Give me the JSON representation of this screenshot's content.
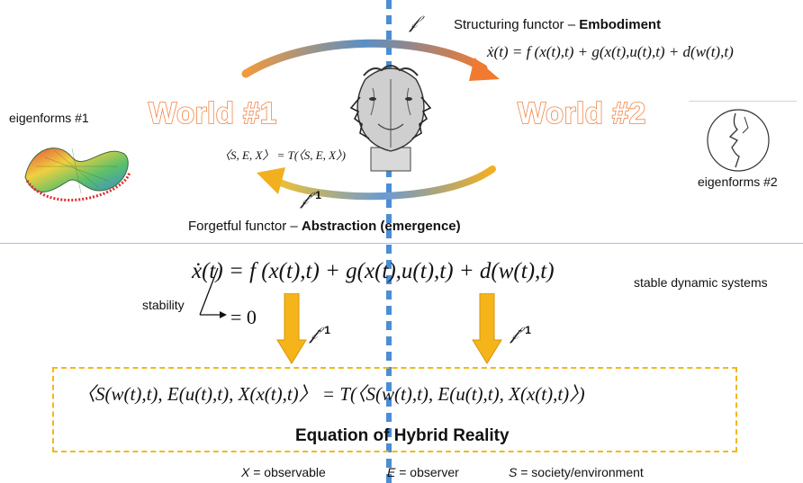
{
  "top": {
    "functor_symbol": "𝒻",
    "structuring_label": "Structuring functor – ",
    "structuring_bold": "Embodiment",
    "equation_top": "ẋ(t) = f (x(t),t) + g(x(t),u(t),t) + d(w(t),t)",
    "world1": "World #1",
    "world2": "World #2",
    "eigen1": "eigenforms #1",
    "eigen2": "eigenforms #2",
    "tuple_eq": "〈S, E, X〉 = T(〈S, E, X〉)",
    "inverse_sup": "- 1",
    "forgetful_label": "Forgetful functor – ",
    "forgetful_bold": "Abstraction (emergence)"
  },
  "bottom": {
    "equation_main": "ẋ(t) = f (x(t),t) + g(x(t),u(t),t) + d(w(t),t)",
    "stability_label": "stability",
    "stability_value": "= 0",
    "stable_systems": "stable dynamic systems",
    "inverse_sup": "- 1",
    "hybrid_equation": "〈S(w(t),t), E(u(t),t), X(x(t),t)〉 = T(〈S(w(t),t), E(u(t),t), X(x(t),t)〉)",
    "hybrid_title": "Equation of Hybrid Reality",
    "legend_x_var": "X",
    "legend_x_text": " = observable",
    "legend_e_var": "E",
    "legend_e_text": " = observer",
    "legend_s_var": "S",
    "legend_s_text": " = society/environment"
  },
  "colors": {
    "accent_orange": "#ef7e3b",
    "arrow_yellow": "#f5b51a",
    "arrow_blue": "#4b8ed4",
    "dash_line": "#4b8ed4",
    "box_border": "#f2b81b"
  },
  "icons": [
    "janus-head-icon",
    "mobius-surface-icon",
    "face-profile-icon",
    "curved-arrow-icon",
    "down-arrow-icon"
  ]
}
